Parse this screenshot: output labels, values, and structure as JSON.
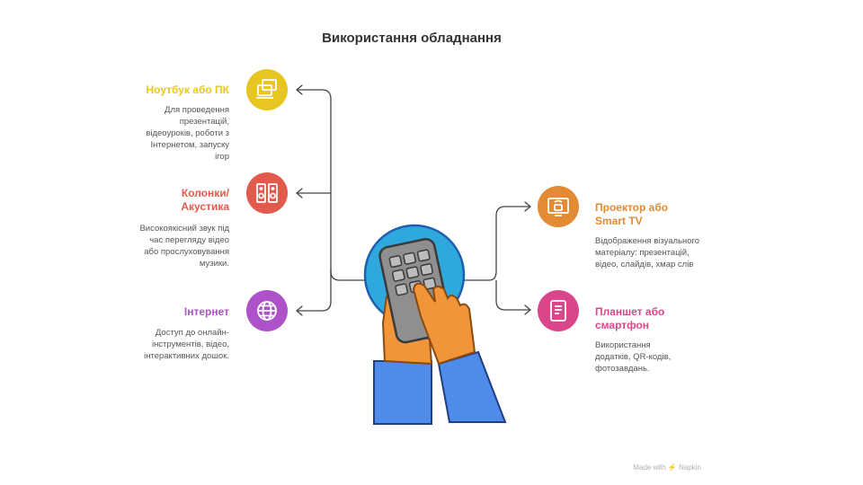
{
  "title": "Використання обладнання",
  "footer": "Made with ⚡ Napkin",
  "colors": {
    "laptop": "#e7c623",
    "speakers": "#e25a4b",
    "internet": "#ad52c9",
    "projector": "#e38a34",
    "tablet": "#d9478a",
    "line": "#444444",
    "skin": "#f29439",
    "sleeve": "#4f8be8",
    "remote": "#8f8f8f",
    "glow": "#2fa9dd"
  },
  "items": [
    {
      "id": "laptop",
      "heading": "Ноутбук або ПК",
      "description": "Для проведення презентацій, відеоуроків, роботи з Інтернетом, запуску ігор"
    },
    {
      "id": "speakers",
      "heading": "Колонки/ Акустика",
      "description": "Високоякісний звук під час перегляду відео або прослуховування музики."
    },
    {
      "id": "internet",
      "heading": "Інтернет",
      "description": "Доступ до онлайн-інструментів, відео, інтерактивних дошок."
    },
    {
      "id": "projector",
      "heading": "Проектор або Smart TV",
      "description": "Відображення візуального матеріалу: презентацій, відео, слайдів, хмар слів"
    },
    {
      "id": "tablet",
      "heading": "Планшет або смартфон",
      "description": "Використання додатків, QR-кодів, фотозавдань."
    }
  ]
}
